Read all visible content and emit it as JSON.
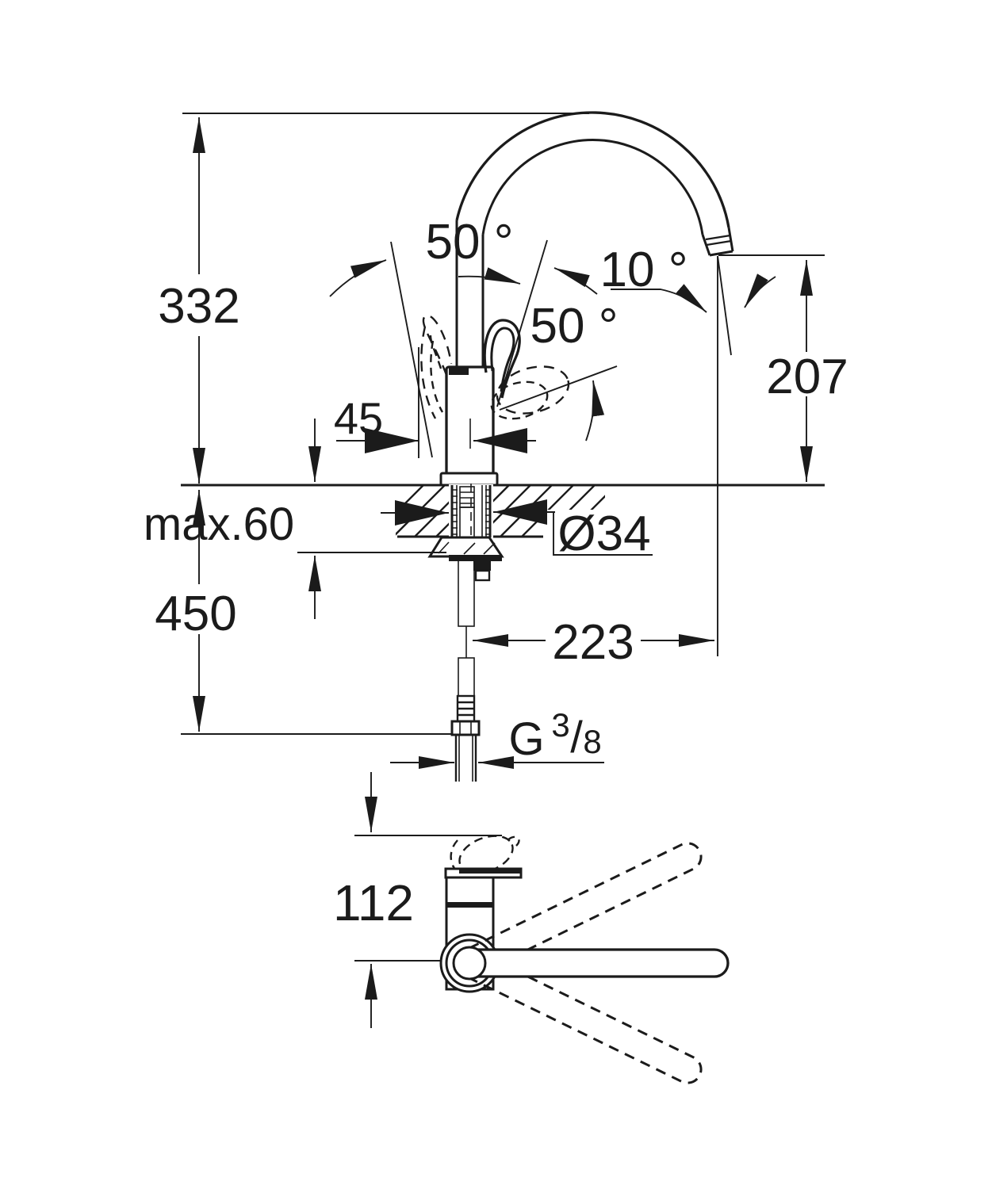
{
  "title": "Faucet installation dimension drawing",
  "colors": {
    "ink": "#1b1b1b",
    "paper": "#ffffff"
  },
  "labels": {
    "dim_height_above": "332",
    "dim_hose_below": "450",
    "angle_swivel_top": "50 °",
    "angle_lever": "50 °",
    "angle_outlet": "10 °",
    "dim_outlet_height": "207",
    "dim_lever_offset": "45",
    "dim_max_counter": "max.60",
    "dim_hole_dia": "Ø34",
    "dim_reach": "223",
    "thread_letter": "G",
    "thread_numerator": "3",
    "thread_slash": "/",
    "thread_denominator": "8",
    "dim_top_view_depth": "112"
  }
}
